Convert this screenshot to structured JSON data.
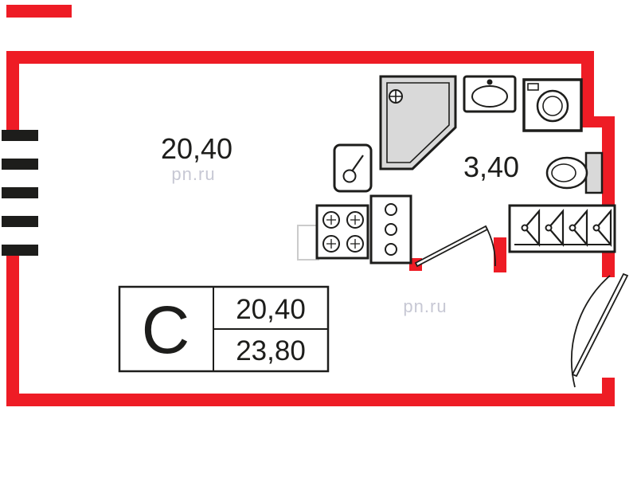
{
  "rooms": {
    "living_room_area": "20,40",
    "bathroom_area": "3,40"
  },
  "stamp": {
    "type_letter": "С",
    "living_area": "20,40",
    "total_area": "23,80"
  },
  "watermark": "pn.ru",
  "colors": {
    "wall": "#ee1c25",
    "line": "#1d1d1b",
    "fixture_fill": "#d9d9d9",
    "watermark": "#c7c8d4",
    "background": "#ffffff"
  }
}
